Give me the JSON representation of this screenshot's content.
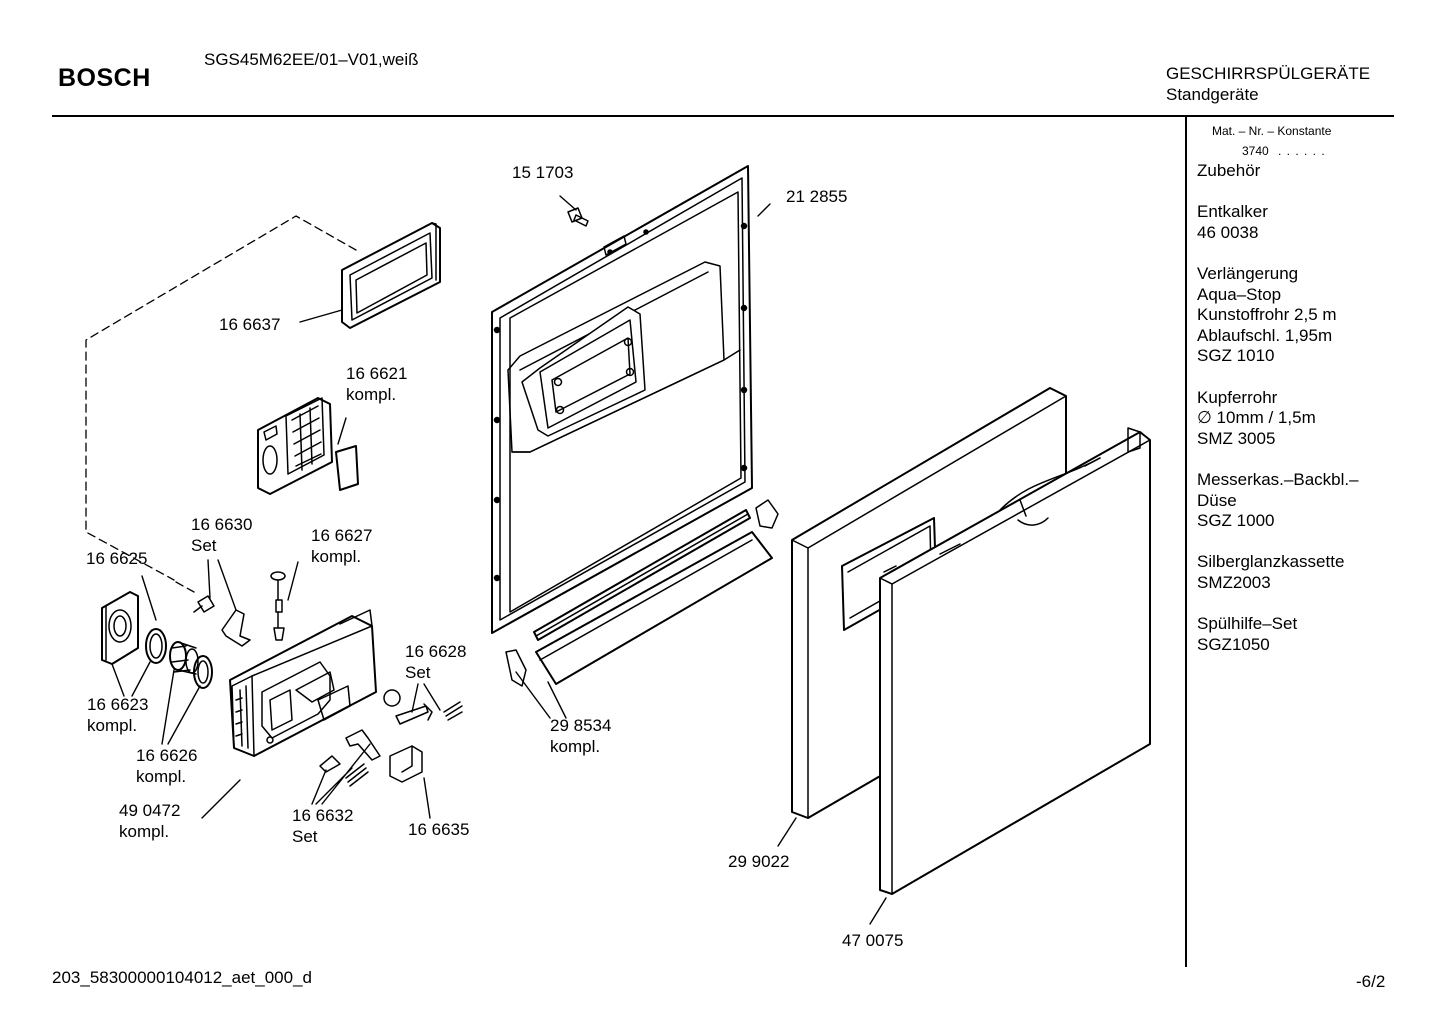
{
  "header": {
    "brand": "BOSCH",
    "model": "SGS45M62EE/01–V01,weiß",
    "category_title": "GESCHIRRSPÜLGERÄTE",
    "category_subtitle": "Standgeräte"
  },
  "sidebar": {
    "mat_label": "Mat. – Nr. – Konstante",
    "mat_number": "3740",
    "mat_dots": ". .   . . . .",
    "accessories_title": "Zubehör",
    "accessories": [
      {
        "lines": [
          "Entkalker",
          "46 0038"
        ]
      },
      {
        "lines": [
          "Verlängerung",
          "Aqua–Stop",
          "Kunstoffrohr 2,5 m",
          "Ablaufschl. 1,95m",
          "SGZ 1010"
        ]
      },
      {
        "lines": [
          "Kupferrohr",
          "∅ 10mm / 1,5m",
          "SMZ 3005"
        ]
      },
      {
        "lines": [
          "Messerkas.–Backbl.–",
          "Düse",
          "SGZ 1000"
        ]
      },
      {
        "lines": [
          "Silberglanzkassette",
          "SMZ2003"
        ]
      },
      {
        "lines": [
          "Spülhilfe–Set",
          "SGZ1050"
        ]
      }
    ]
  },
  "parts": {
    "p151703": {
      "num": "15 1703"
    },
    "p212855": {
      "num": "21 2855"
    },
    "p166637": {
      "num": "16 6637"
    },
    "p166621": {
      "num": "16 6621",
      "note": "kompl."
    },
    "p166630": {
      "num": "16 6630",
      "note": "Set"
    },
    "p166627": {
      "num": "16 6627",
      "note": "kompl."
    },
    "p166625": {
      "num": "16 6625"
    },
    "p166623": {
      "num": "16 6623",
      "note": "kompl."
    },
    "p166626": {
      "num": "16 6626",
      "note": "kompl."
    },
    "p490472": {
      "num": "49 0472",
      "note": "kompl."
    },
    "p166628": {
      "num": "16 6628",
      "note": "Set"
    },
    "p298534": {
      "num": "29 8534",
      "note": "kompl."
    },
    "p166632": {
      "num": "16 6632",
      "note": "Set"
    },
    "p166635": {
      "num": "16 6635"
    },
    "p299022": {
      "num": "29 9022"
    },
    "p470075": {
      "num": "47 0075"
    }
  },
  "footer": {
    "code": "203_58300000104012_aet_000_d",
    "page": "-6/2"
  }
}
